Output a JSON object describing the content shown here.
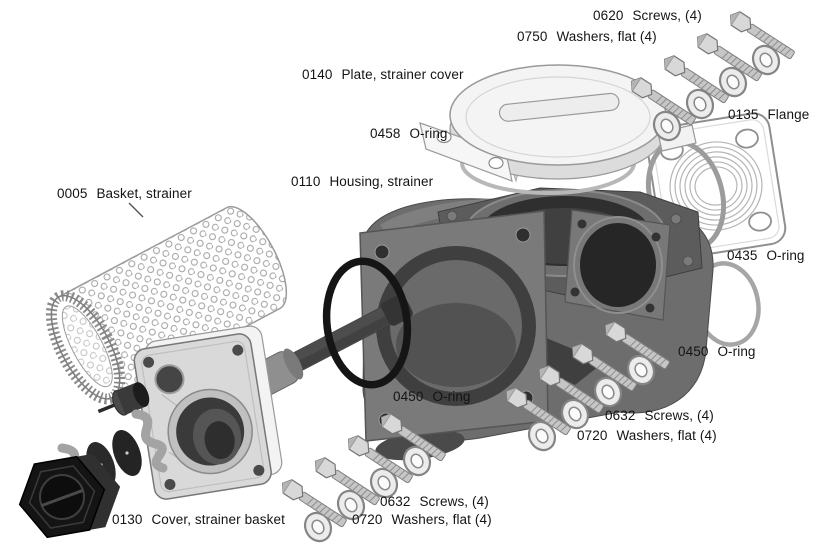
{
  "diagram": {
    "background": "#ffffff",
    "ink": "#141414",
    "labels": [
      {
        "number": "0620",
        "name": "Screws, (4)"
      },
      {
        "number": "0750",
        "name": "Washers, flat (4)"
      },
      {
        "number": "0140",
        "name": "Plate, strainer cover"
      },
      {
        "number": "0135",
        "name": "Flange"
      },
      {
        "number": "0458",
        "name": "O-ring"
      },
      {
        "number": "0110",
        "name": "Housing, strainer"
      },
      {
        "number": "0005",
        "name": "Basket, strainer"
      },
      {
        "number": "0435",
        "name": "O-ring"
      },
      {
        "number": "0450",
        "name": "O-ring"
      },
      {
        "number": "0450",
        "name": "O-ring"
      },
      {
        "number": "0632",
        "name": "Screws, (4)"
      },
      {
        "number": "0720",
        "name": "Washers, flat (4)"
      },
      {
        "number": "0632",
        "name": "Screws, (4)"
      },
      {
        "number": "0720",
        "name": "Washers, flat (4)"
      },
      {
        "number": "0130",
        "name": "Cover, strainer basket"
      }
    ]
  }
}
